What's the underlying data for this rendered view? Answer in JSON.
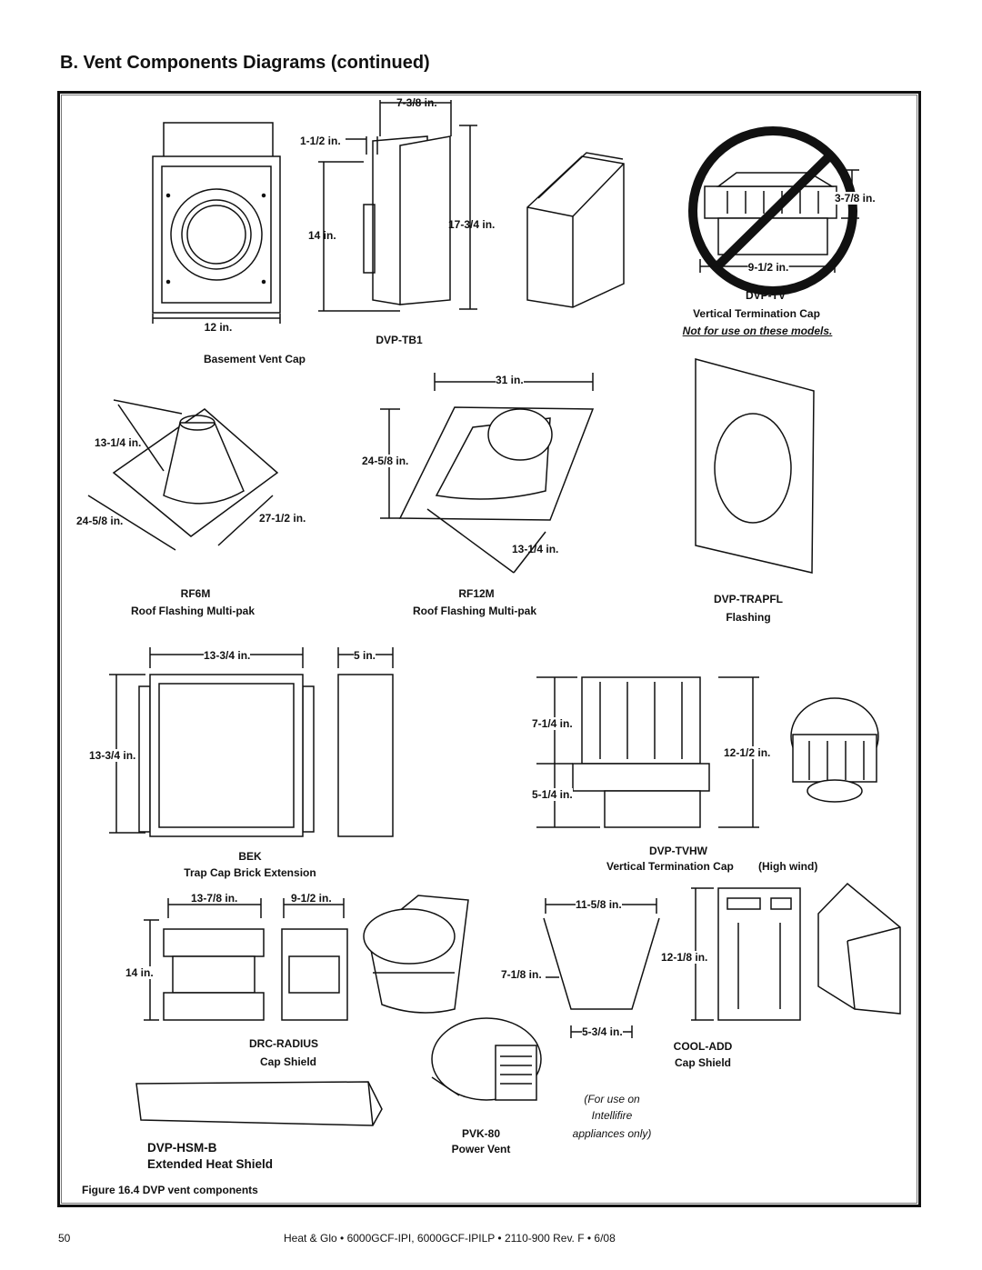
{
  "page_title": "B.  Vent Components Diagrams (continued)",
  "components": {
    "basement_cap": {
      "label": "Basement Vent Cap",
      "dim_width": "12 in."
    },
    "dvp_tb1": {
      "code": "DVP-TB1",
      "dim_top": "7-3/8 in.",
      "dim_side": "1-1/2 in.",
      "dim_h_left": "14 in.",
      "dim_h_right": "17-3/4 in."
    },
    "dvp_tv": {
      "code": "DVP-TV",
      "name": "Vertical Termination Cap",
      "note": "Not for use on these models.",
      "dim_h": "3-7/8 in.",
      "dim_w": "9-1/2 in."
    },
    "rf6m": {
      "code": "RF6M",
      "name": "Roof Flashing Multi-pak",
      "dim_h": "13-1/4 in.",
      "dim_a": "24-5/8 in.",
      "dim_b": "27-1/2 in."
    },
    "rf12m": {
      "code": "RF12M",
      "name": "Roof Flashing Multi-pak",
      "dim_w": "31 in.",
      "dim_h": "24-5/8 in.",
      "dim_d": "13-1/4 in."
    },
    "dvp_trapfl": {
      "code": "DVP-TRAPFL",
      "name": "Flashing"
    },
    "bek": {
      "code": "BEK",
      "name": "Trap Cap Brick Extension",
      "dim_w": "13-3/4 in.",
      "dim_h": "13-3/4 in.",
      "dim_d": "5 in."
    },
    "dvp_tvhw": {
      "code": "DVP-TVHW",
      "name": "Vertical Termination Cap",
      "qualifier": "(High wind)",
      "dim_a": "7-1/4 in.",
      "dim_b": "5-1/4 in.",
      "dim_c": "12-1/2 in."
    },
    "drc_radius": {
      "code": "DRC-RADIUS",
      "name": "Cap Shield",
      "dim_w": "13-7/8 in.",
      "dim_d": "9-1/2 in.",
      "dim_h": "14 in."
    },
    "cool_add": {
      "code": "COOL-ADD",
      "name": "Cap Shield",
      "dim_top": "11-5/8 in.",
      "dim_side": "7-1/8 in.",
      "dim_h": "12-1/8 in.",
      "dim_bottom": "5-3/4 in."
    },
    "pvk80": {
      "code": "PVK-80",
      "name": "Power Vent",
      "note_1": "(For use on",
      "note_2": "Intellifire",
      "note_3": "appliances only)"
    },
    "dvp_hsm_b": {
      "code": "DVP-HSM-B",
      "name": "Extended Heat Shield"
    }
  },
  "caption": "Figure 16.4  DVP vent components",
  "footer": {
    "page": "50",
    "doc": "Heat & Glo  •  6000GCF-IPI, 6000GCF-IPILP  •  2110-900  Rev. F  •  6/08"
  }
}
